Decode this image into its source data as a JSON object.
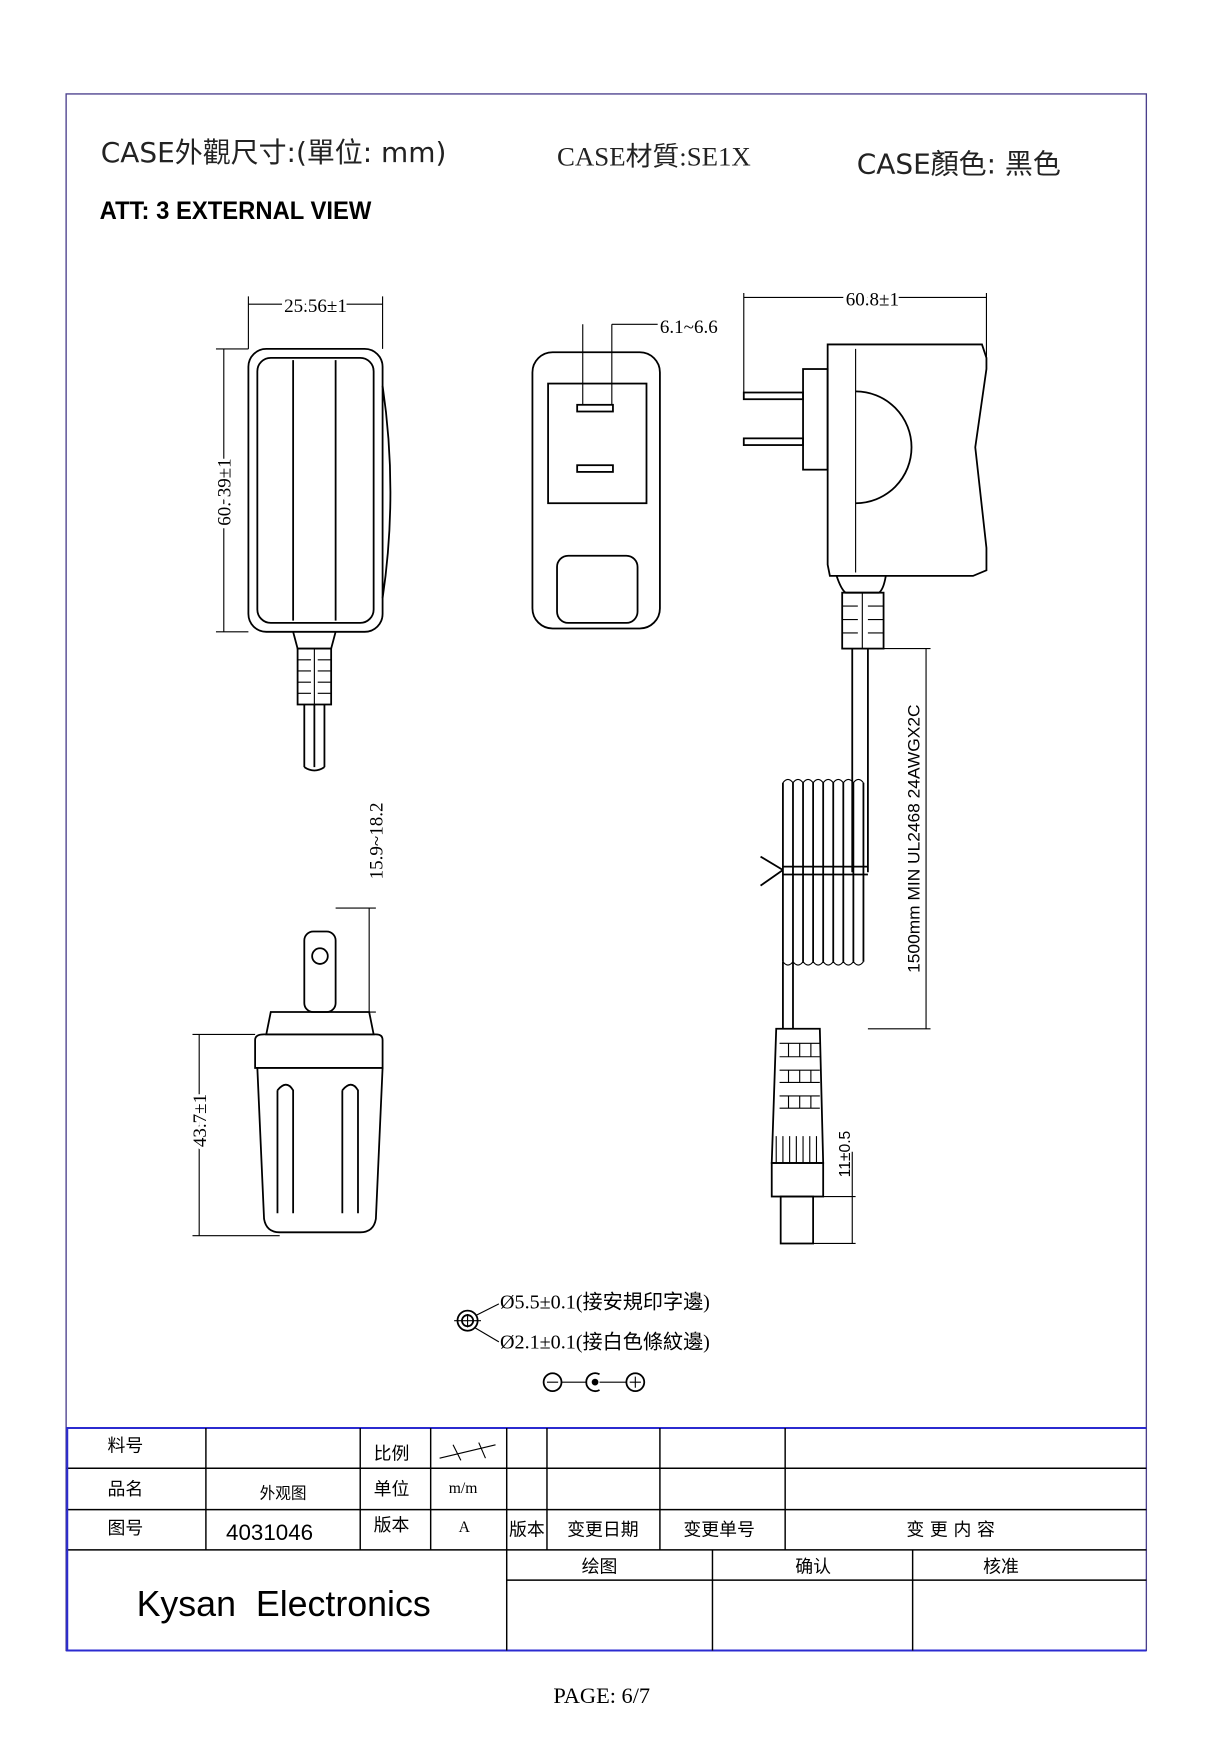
{
  "header": {
    "dimensions_title": "CASE外觀尺寸:(單位: mm)",
    "material": "CASE材質:SE1X",
    "color": "CASE顏色: 黑色",
    "subtitle": "ATT: 3 EXTERNAL VIEW"
  },
  "dimensions": {
    "top_width": "25.56±1",
    "top_height": "60. 39±1",
    "pin_width": "6.1~6.6",
    "side_width": "60.8±1",
    "pin_length": "15.9~18.2",
    "bottom_height": "43.7±1",
    "cable_spec": "1500mm MIN UL2468 24AWGX2C",
    "plug_length": "11±0.5"
  },
  "polarity": {
    "outer": "Ø5.5±0.1(接安規印字邊)",
    "inner": "Ø2.1±0.1(接白色條紋邊)"
  },
  "title_block": {
    "part_no_label": "料号",
    "part_no_value": "",
    "name_label": "品名",
    "name_value": "外观图",
    "drawing_no_label": "图号",
    "drawing_no_value": "4031046",
    "scale_label": "比例",
    "unit_label": "单位",
    "unit_value": "m/m",
    "version_label": "版本",
    "version_value": "A",
    "rev_version": "版本",
    "rev_date": "变更日期",
    "rev_no": "变更单号",
    "rev_content": "变 更 内 容",
    "drawn": "绘图",
    "confirmed": "确认",
    "approved": "核准",
    "company": "Kysan  Electronics"
  },
  "footer": {
    "page": "PAGE: 6/7"
  }
}
